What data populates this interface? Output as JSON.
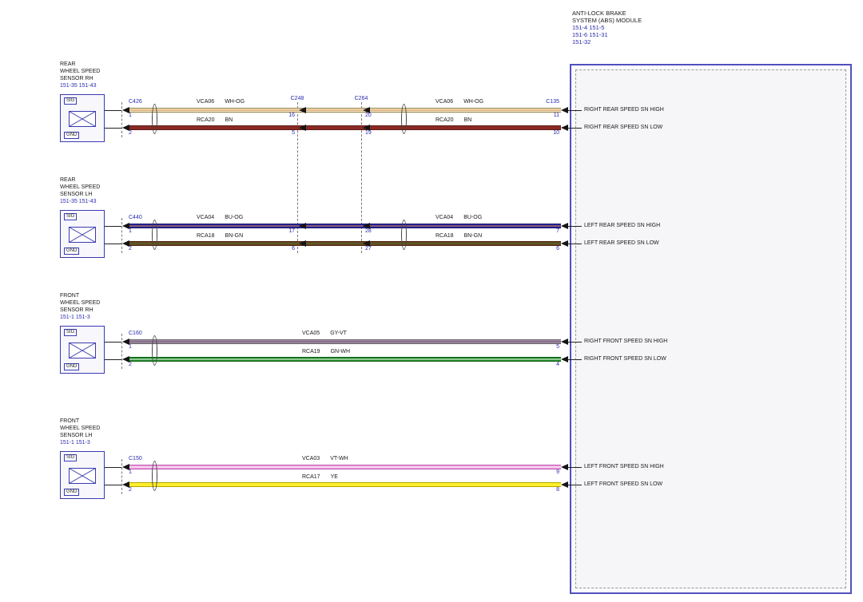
{
  "module": {
    "title_line1": "ANTI-LOCK BRAKE",
    "title_line2": "SYSTEM (ABS) MODULE",
    "refs": [
      "151-4  151-5",
      "151-6   151-31",
      "151-32"
    ]
  },
  "colors": {
    "link_blue": "#2a2ab0",
    "module_border": "#5050c0"
  },
  "rows": [
    {
      "sensor_line1": "REAR",
      "sensor_line2": "WHEEL SPEED",
      "sensor_line3": "SENSOR RH",
      "sensor_refs": "151-35  151-43",
      "sig": "SIG",
      "gnd": "GND",
      "connector": "C426",
      "pin1": "1",
      "pin2": "2",
      "inline1_label": "C248",
      "inline1_pin_top": "16",
      "inline1_pin_bottom": "5",
      "inline2_label": "C264",
      "inline2_pin_top": "20",
      "inline2_pin_bottom": "19",
      "module_connector": "C135",
      "module_pin_top": "11",
      "module_pin_bottom": "10",
      "wire_top": {
        "circuit": "VCA06",
        "code": "WH-OG",
        "base": "#f1ead2",
        "stripe": "#e0862a",
        "edge": "#94824e"
      },
      "wire_bottom": {
        "circuit": "RCA20",
        "code": "BN",
        "base": "#8a2a25",
        "stripe": "#8a2a25",
        "edge": "#5f1b18"
      },
      "module_label_top": "RIGHT REAR SPEED SN HIGH",
      "module_label_bottom": "RIGHT REAR SPEED SN LOW"
    },
    {
      "sensor_line1": "REAR",
      "sensor_line2": "WHEEL SPEED",
      "sensor_line3": "SENSOR LH",
      "sensor_refs": "151-35  151-43",
      "sig": "SIG",
      "gnd": "GND",
      "connector": "C440",
      "pin1": "1",
      "pin2": "2",
      "inline1_pin_top": "17",
      "inline1_pin_bottom": "6",
      "inline2_pin_top": "28",
      "inline2_pin_bottom": "27",
      "module_pin_top": "7",
      "module_pin_bottom": "6",
      "wire_top": {
        "circuit": "VCA04",
        "code": "BU-OG",
        "base": "#2726a6",
        "stripe": "#e0862a",
        "edge": "#17166e"
      },
      "wire_bottom": {
        "circuit": "RCA18",
        "code": "BN-GN",
        "base": "#74401d",
        "stripe": "#2f7d32",
        "edge": "#46260f"
      },
      "module_label_top": "LEFT REAR SPEED SN HIGH",
      "module_label_bottom": "LEFT REAR SPEED SN LOW"
    },
    {
      "sensor_line1": "FRONT",
      "sensor_line2": "WHEEL SPEED",
      "sensor_line3": "SENSOR RH",
      "sensor_refs": "151-1  151-3",
      "sig": "SIG",
      "gnd": "GND",
      "connector": "C160",
      "pin1": "1",
      "pin2": "2",
      "module_pin_top": "5",
      "module_pin_bottom": "4",
      "wire_top": {
        "circuit": "VCA05",
        "code": "GY-VT",
        "base": "#9d909d",
        "stripe": "#7b518d",
        "edge": "#6b616b"
      },
      "wire_bottom": {
        "circuit": "RCA19",
        "code": "GN-WH",
        "base": "#1f8c25",
        "stripe": "#ffffff",
        "edge": "#145c18"
      },
      "module_label_top": "RIGHT FRONT SPEED SN HIGH",
      "module_label_bottom": "RIGHT FRONT SPEED SN LOW"
    },
    {
      "sensor_line1": "FRONT",
      "sensor_line2": "WHEEL SPEED",
      "sensor_line3": "SENSOR LH",
      "sensor_refs": "151-1  151-3",
      "sig": "SIG",
      "gnd": "GND",
      "connector": "C150",
      "pin1": "1",
      "pin2": "2",
      "module_pin_top": "9",
      "module_pin_bottom": "8",
      "wire_top": {
        "circuit": "VCA03",
        "code": "VT-WH",
        "base": "#efa0e2",
        "stripe": "#ffffff",
        "edge": "#bf58ad"
      },
      "wire_bottom": {
        "circuit": "RCA17",
        "code": "YE",
        "base": "#fcee2d",
        "stripe": "#fcee2d",
        "edge": "#b5a500"
      },
      "module_label_top": "LEFT FRONT SPEED SN HIGH",
      "module_label_bottom": "LEFT FRONT SPEED SN LOW"
    }
  ]
}
